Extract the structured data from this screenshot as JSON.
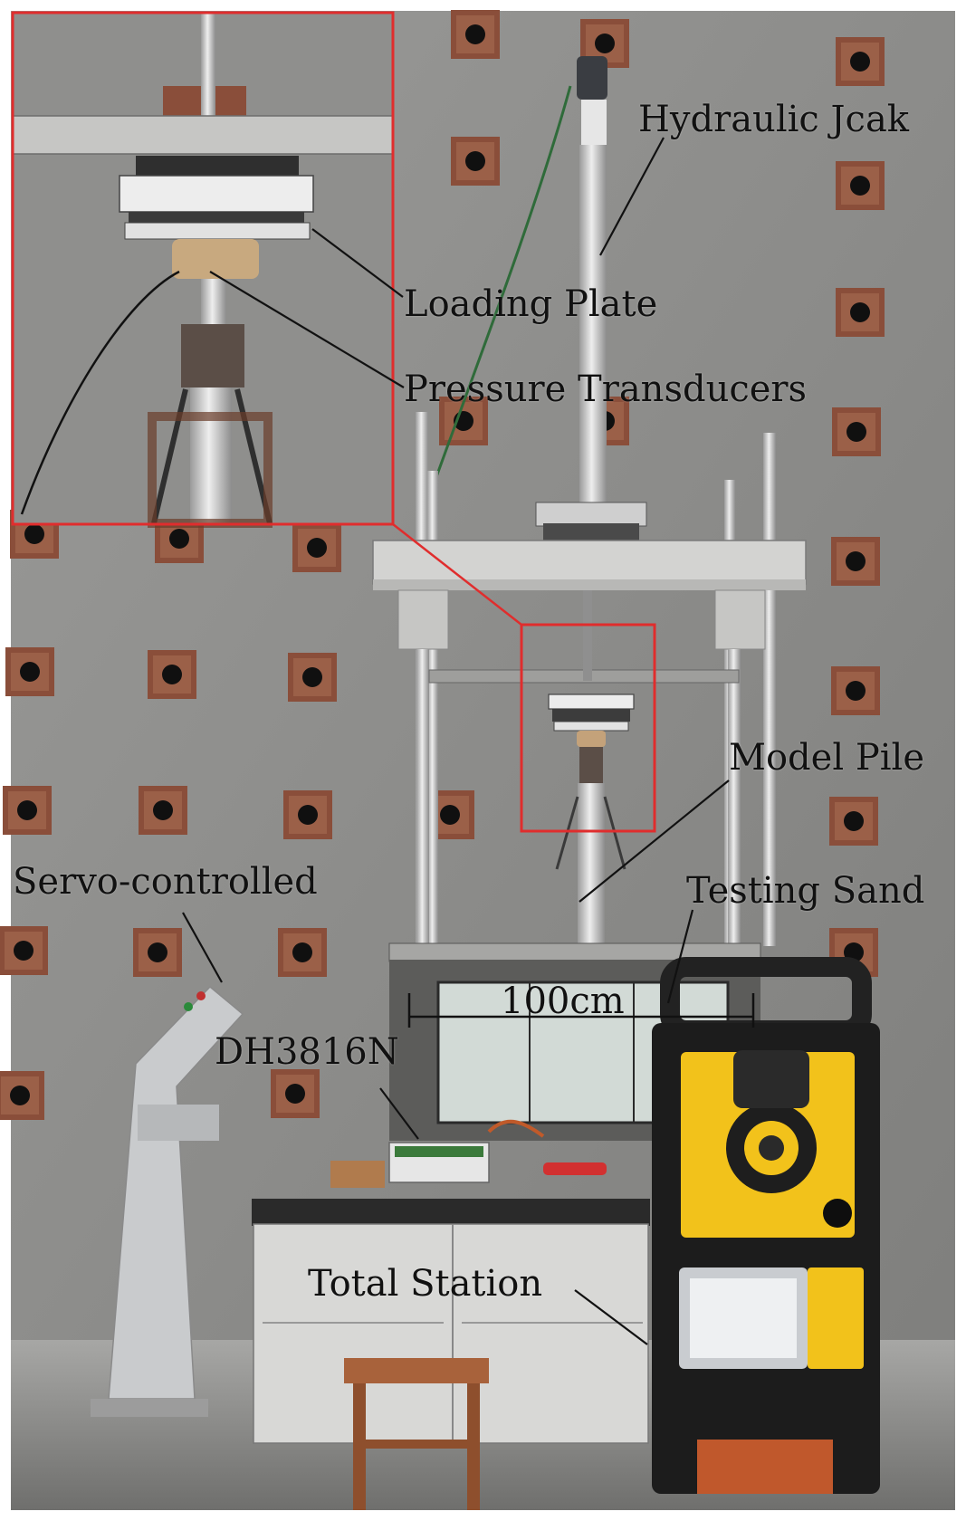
{
  "labels": {
    "hydraulic_jack": "Hydraulic Jcak",
    "loading_plate": "Loading Plate",
    "pressure_transducers": "Pressure Transducers",
    "model_pile": "Model Pile",
    "servo_controlled": "Servo-controlled",
    "testing_sand": "Testing Sand",
    "scale_bar": "100cm",
    "data_logger": "DH3816N",
    "total_station": "Total Station"
  },
  "colors": {
    "highlight_box": "#e02d2d",
    "leader_line": "#111111",
    "wall": "#8e8e8c",
    "anchor_plate": "#8a4e3a",
    "frame_steel": "#d0d0d0",
    "instrument_yellow": "#f2c21b"
  }
}
